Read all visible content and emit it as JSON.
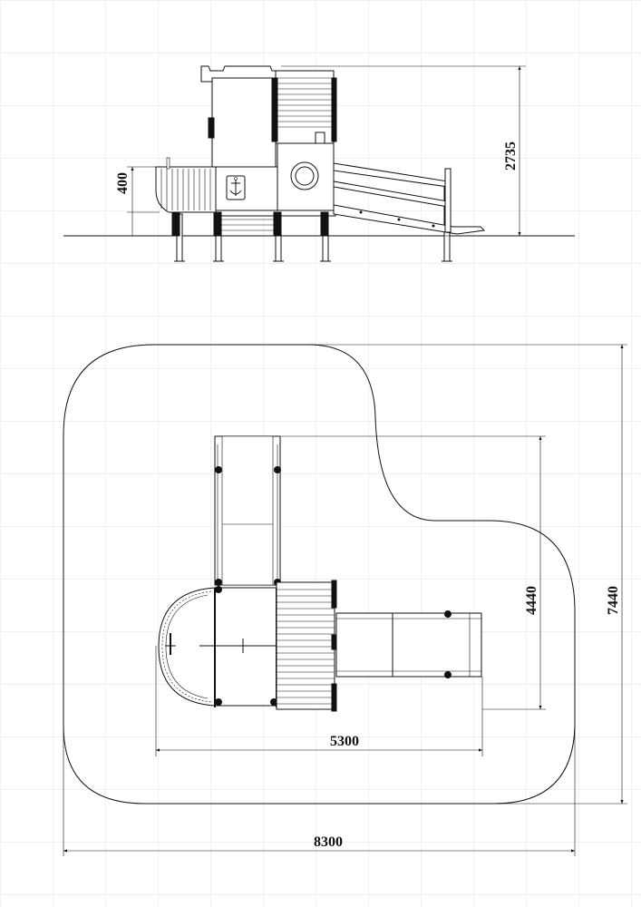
{
  "dimensions": {
    "height_total": "2735",
    "platform_height": "400",
    "depth_equipment": "4440",
    "depth_safety_zone": "7440",
    "width_equipment": "5300",
    "width_safety_zone": "8300"
  },
  "icons": {
    "emblem": "anchor-icon",
    "porthole": "porthole-icon"
  }
}
